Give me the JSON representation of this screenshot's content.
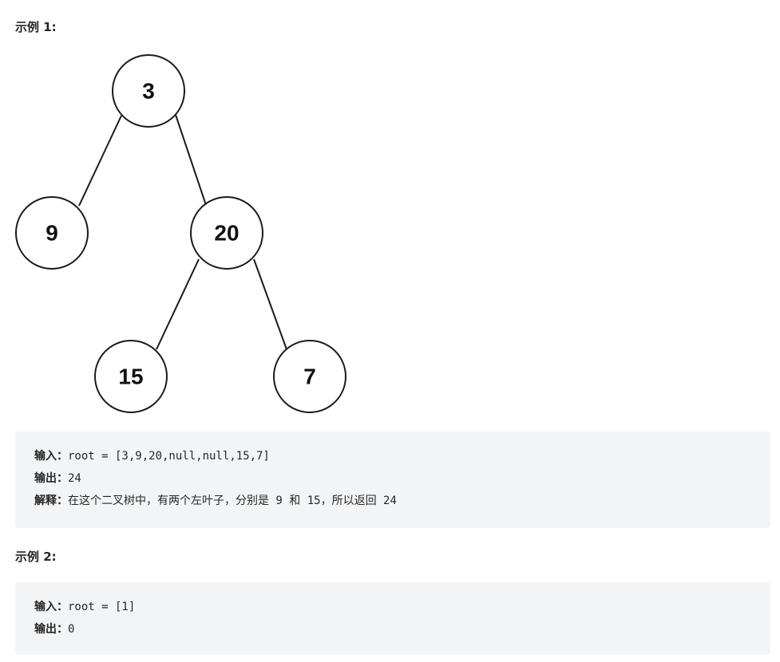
{
  "example1": {
    "heading": "示例 1:",
    "tree": {
      "nodes": [
        {
          "id": "n3",
          "label": "3"
        },
        {
          "id": "n9",
          "label": "9"
        },
        {
          "id": "n20",
          "label": "20"
        },
        {
          "id": "n15",
          "label": "15"
        },
        {
          "id": "n7",
          "label": "7"
        }
      ]
    },
    "input_label": "输入：",
    "input_value": "root = [3,9,20,null,null,15,7]",
    "output_label": "输出：",
    "output_value": "24",
    "explain_label": "解释：",
    "explain_part1": "在这个二叉树中，有两个左叶子，分别是",
    "explain_num1": " 9 ",
    "explain_part2": "和",
    "explain_num2": " 15",
    "explain_part3": "，所以返回",
    "explain_num3": " 24"
  },
  "example2": {
    "heading": "示例 2:",
    "input_label": "输入：",
    "input_value": "root = [1]",
    "output_label": "输出：",
    "output_value": "0"
  }
}
